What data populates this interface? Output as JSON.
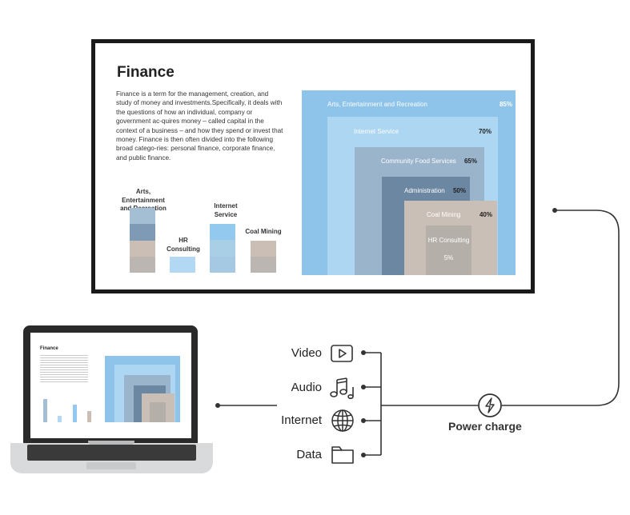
{
  "display": {
    "title": "Finance",
    "paragraph": "Finance is a term for the management, creation, and study of money and investments.Specifically, it deals with the questions of how an individual, company or government ac-quires money – called capital in the context of a business – and how they spend or invest that money. Finance is then often divided into the following broad catego-ries: personal finance, corporate finance, and public finance.",
    "mini_labels": {
      "arts": "Arts, Entertainment and Recreation",
      "hr": "HR Consulting",
      "internet": "Internet Service",
      "coal": "Coal Mining"
    },
    "stairs": [
      {
        "label": "Arts, Entertainment and Recreation",
        "pct": "85%",
        "value": 85,
        "color": "#8ec3ea"
      },
      {
        "label": "Internet Service",
        "pct": "70%",
        "value": 70,
        "color": "#acd6f2"
      },
      {
        "label": "Community Food Services",
        "pct": "65%",
        "value": 65,
        "color": "#9ab4cc"
      },
      {
        "label": "Administration",
        "pct": "50%",
        "value": 50,
        "color": "#6c87a1"
      },
      {
        "label": "Coal Mining",
        "pct": "40%",
        "value": 40,
        "color": "#c9bfb6"
      },
      {
        "label": "HR Consulting",
        "pct": "5%",
        "value": 5,
        "color": "#b5afa9"
      }
    ]
  },
  "connections": {
    "video": "Video",
    "audio": "Audio",
    "internet": "Internet",
    "data": "Data",
    "power": "Power charge"
  },
  "icons": {
    "video": "video-play-icon",
    "audio": "music-notes-icon",
    "internet": "globe-icon",
    "data": "folder-icon",
    "power": "lightning-bolt-icon"
  }
}
